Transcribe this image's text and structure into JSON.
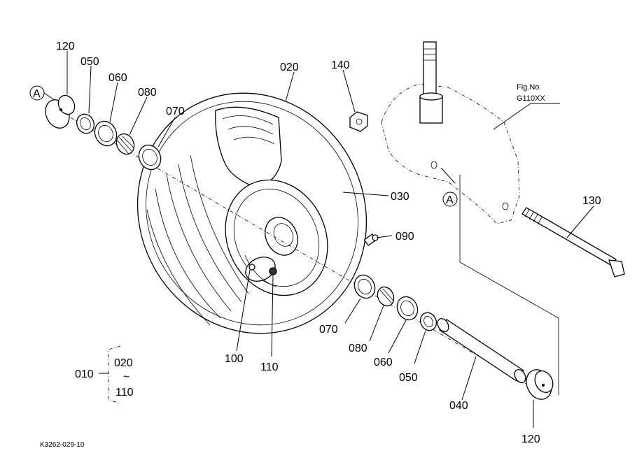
{
  "callouts": {
    "p120_top": "120",
    "p050_top": "050",
    "p060_top": "060",
    "p080_top": "080",
    "p070_top": "070",
    "p020": "020",
    "p140": "140",
    "p030": "030",
    "p090": "090",
    "p130": "130",
    "p070_bot": "070",
    "p080_bot": "080",
    "p060_bot": "060",
    "p050_bot": "050",
    "p040": "040",
    "p120_bot": "120",
    "p100": "100",
    "p110": "110"
  },
  "markers": {
    "a_left": "A",
    "a_right": "A"
  },
  "fig_ref": {
    "line1": "Fig.No.",
    "line2": "G110XX"
  },
  "assembly": {
    "parent": "010",
    "from": "020",
    "tilde": "~",
    "to": "110"
  },
  "drawing_code": "K3262-029-10"
}
